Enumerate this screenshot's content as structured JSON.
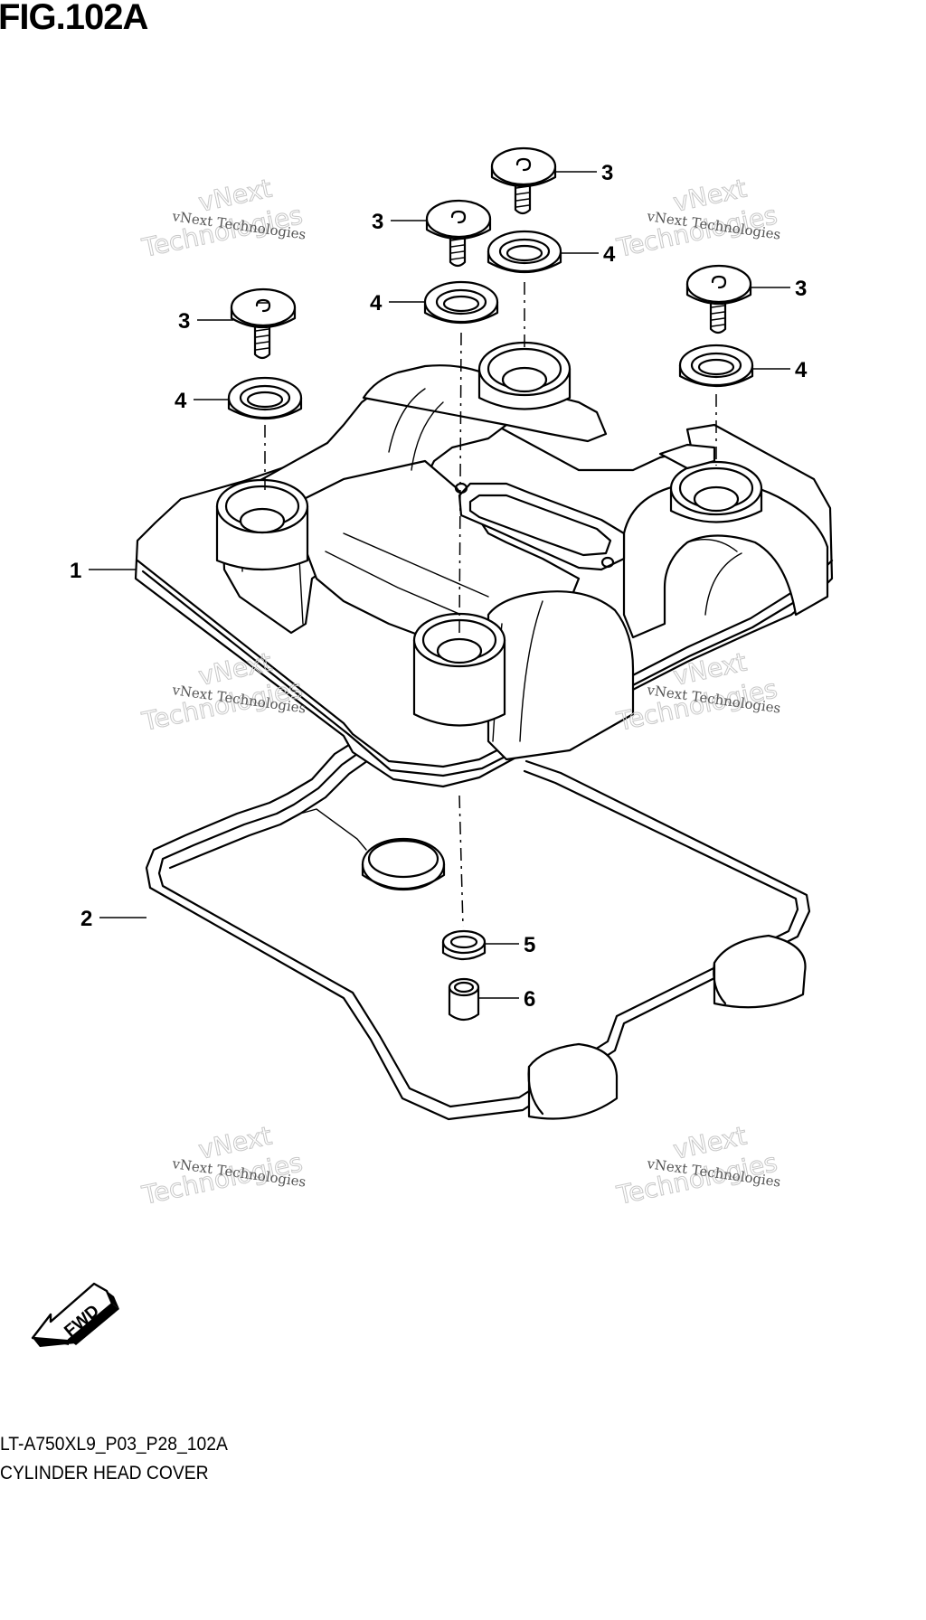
{
  "figure": {
    "title": "FIG.102A"
  },
  "callouts": [
    {
      "id": "c1",
      "label": "1"
    },
    {
      "id": "c2",
      "label": "2"
    },
    {
      "id": "c3a",
      "label": "3"
    },
    {
      "id": "c3b",
      "label": "3"
    },
    {
      "id": "c3c",
      "label": "3"
    },
    {
      "id": "c3d",
      "label": "3"
    },
    {
      "id": "c4a",
      "label": "4"
    },
    {
      "id": "c4b",
      "label": "4"
    },
    {
      "id": "c4c",
      "label": "4"
    },
    {
      "id": "c4d",
      "label": "4"
    },
    {
      "id": "c5",
      "label": "5"
    },
    {
      "id": "c6",
      "label": "6"
    }
  ],
  "watermark": {
    "line1": "vNext Technologies",
    "line2": "vNext",
    "line3": "Technologies"
  },
  "direction_arrow": {
    "label": "FWD",
    "icon": "forward-arrow-icon"
  },
  "footer": {
    "code": "LT-A750XL9_P03_P28_102A",
    "caption": "CYLINDER HEAD COVER"
  }
}
